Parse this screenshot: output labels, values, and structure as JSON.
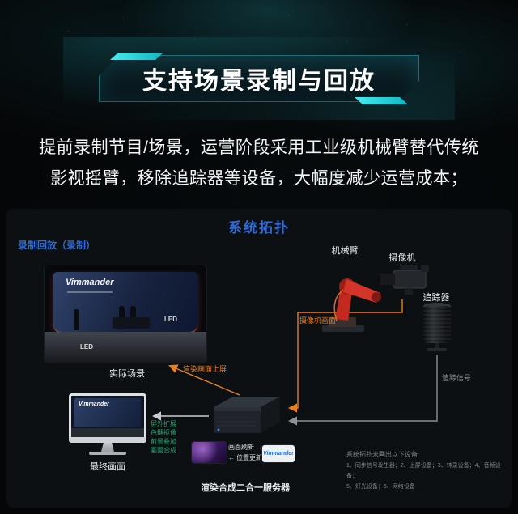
{
  "banner": {
    "title": "支持场景录制与回放"
  },
  "intro": {
    "line1": "提前录制节目/场景，运营阶段采用工业级机械臂替代传统",
    "line2": "影视摇臂，移除追踪器等设备，大幅度减少运营成本；"
  },
  "diagram": {
    "title": "系统拓扑",
    "mode": "录制回放（录制）",
    "labels": {
      "robot_arm": "机械臂",
      "camera": "摄像机",
      "tracker": "追踪器",
      "real_scene": "实际场景",
      "final_frame": "最终画面",
      "server": "渲染合成二合一服务器",
      "render_to_screen": "渲染画面上屏",
      "camera_feed": "摄像机画面",
      "tracking_signal": "追踪信号",
      "frame_refresh": "画面刷新",
      "position_update": "位置更新"
    },
    "features": [
      "屏外扩展",
      "色键抠像",
      "前景叠加",
      "画面合成"
    ],
    "scene": {
      "brand": "Vimmander",
      "led_label_1": "LED",
      "led_label_2": "LED"
    },
    "monitor": {
      "brand": "Vimmander"
    },
    "server_modules": {
      "composite_brand": "Vimmander"
    },
    "note": {
      "title": "系统拓扑未画出以下设备",
      "line1": "1、同步信号发生器；2、上屏设备；3、转录设备；4、音频设备；",
      "line2": "5、灯光设备；6、网络设备"
    }
  },
  "icons": {
    "arrow_right": "→",
    "arrow_left": "←"
  },
  "colors": {
    "accent_cyan": "#2fe0e8",
    "accent_blue": "#2f6bd8",
    "accent_orange": "#e8801e",
    "feature_green": "#1fa56e",
    "panel_bg": "#0d1013"
  }
}
